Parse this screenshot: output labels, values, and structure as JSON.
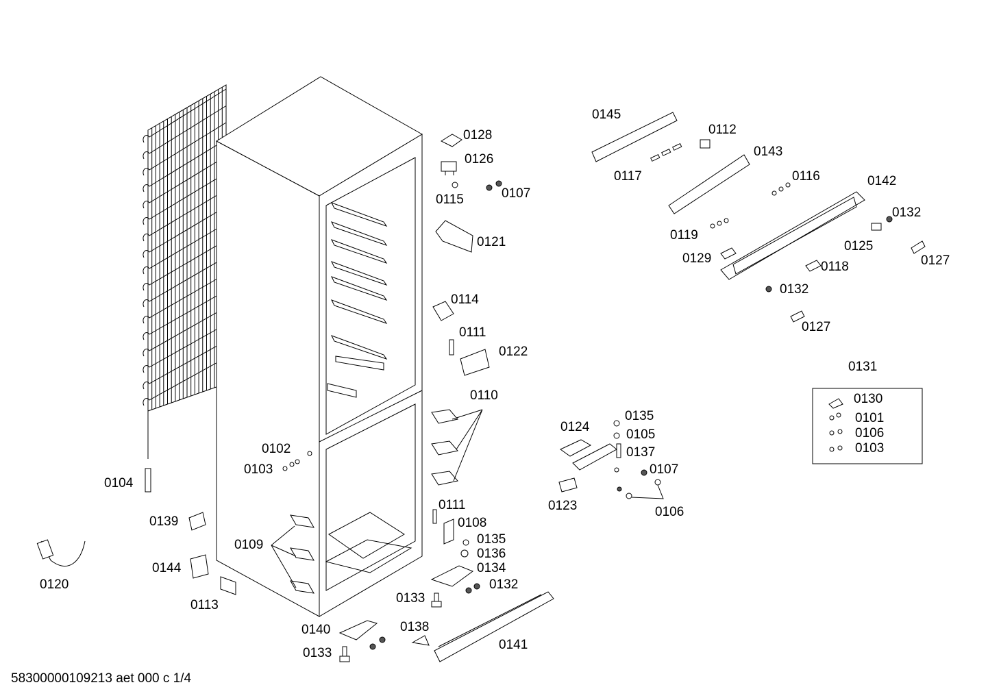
{
  "labels": {
    "l0145": "0145",
    "l0112": "0112",
    "l0143": "0143",
    "l0117": "0117",
    "l0116": "0116",
    "l0142": "0142",
    "l0132a": "0132",
    "l0119": "0119",
    "l0125": "0125",
    "l0129": "0129",
    "l0118": "0118",
    "l0127a": "0127",
    "l0132b": "0132",
    "l0127b": "0127",
    "l0131": "0131",
    "l0130": "0130",
    "l0101": "0101",
    "l0106a": "0106",
    "l0103a": "0103",
    "l0128": "0128",
    "l0126": "0126",
    "l0115": "0115",
    "l0107a": "0107",
    "l0121": "0121",
    "l0114": "0114",
    "l0111a": "0111",
    "l0122": "0122",
    "l0110": "0110",
    "l0102": "0102",
    "l0103b": "0103",
    "l0104": "0104",
    "l0139": "0139",
    "l0109": "0109",
    "l0144": "0144",
    "l0113": "0113",
    "l0120": "0120",
    "l0124": "0124",
    "l0135a": "0135",
    "l0105": "0105",
    "l0137": "0137",
    "l0107b": "0107",
    "l0123": "0123",
    "l0106b": "0106",
    "l0111b": "0111",
    "l0108": "0108",
    "l0135b": "0135",
    "l0136": "0136",
    "l0134": "0134",
    "l0132c": "0132",
    "l0133a": "0133",
    "l0138": "0138",
    "l0140": "0140",
    "l0141": "0141",
    "l0133b": "0133"
  },
  "footer": "58300000109213 aet 000 c 1/4"
}
